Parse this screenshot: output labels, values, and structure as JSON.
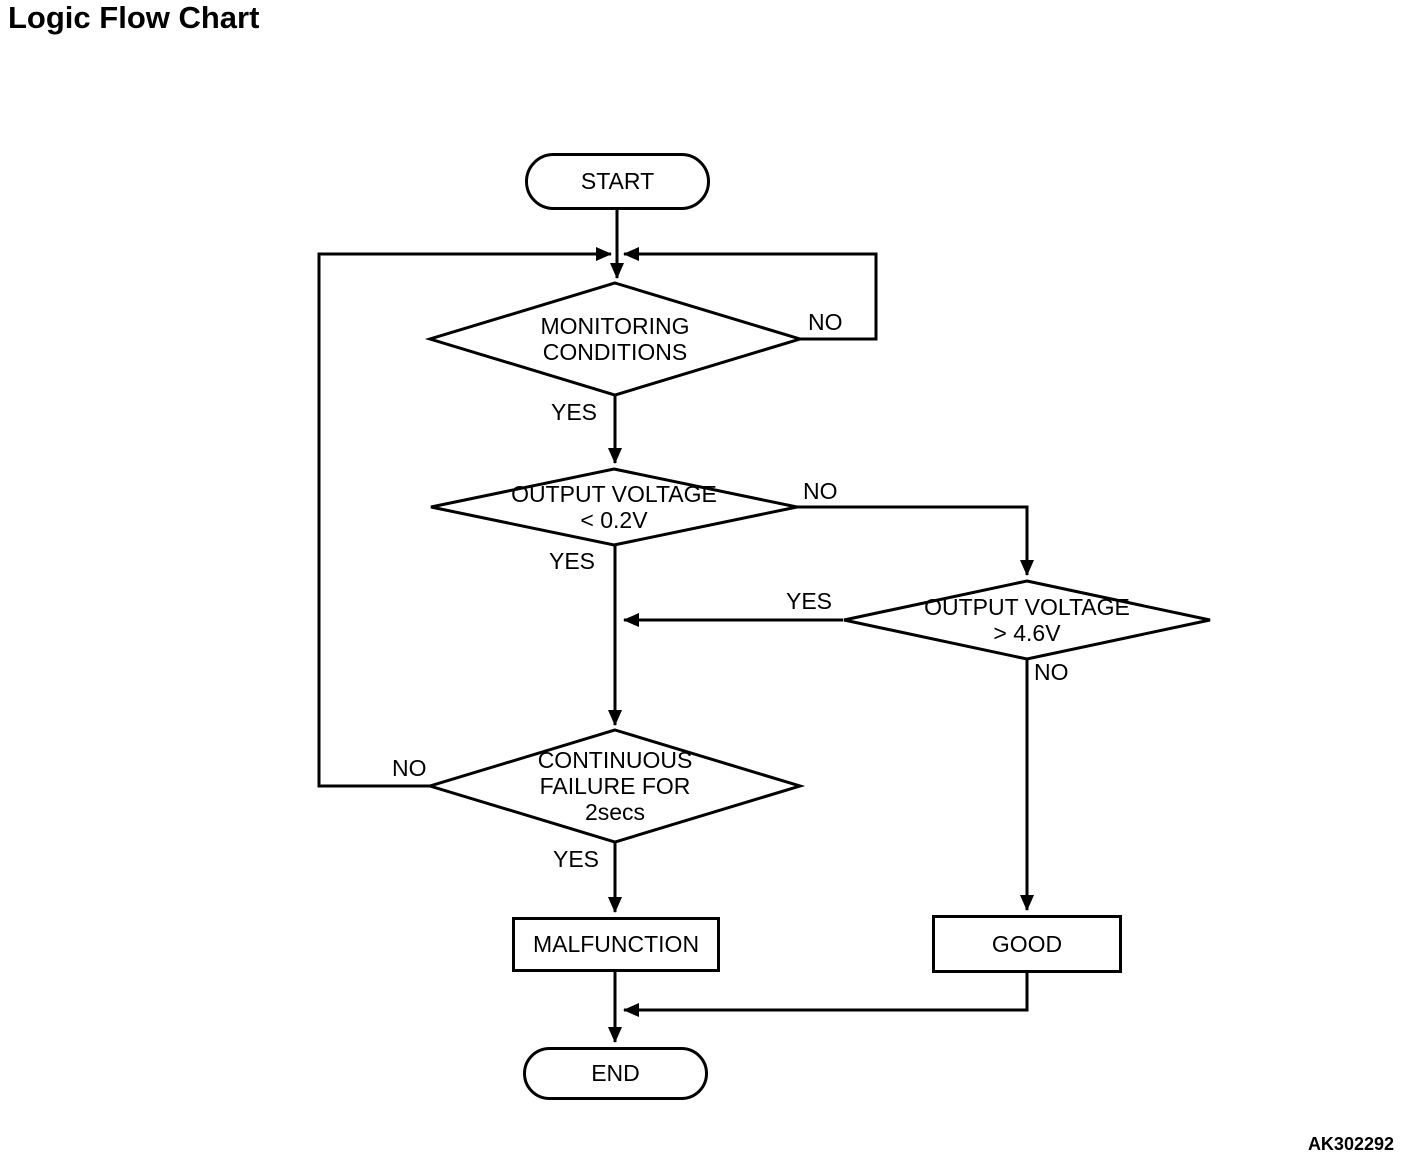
{
  "header": {
    "title": "Logic Flow Chart"
  },
  "footer": {
    "code": "AK302292"
  },
  "colors": {
    "line": "#000000",
    "background": "#ffffff",
    "text": "#000000"
  },
  "nodes": {
    "start": {
      "label": "START",
      "type": "terminator"
    },
    "monitoring": {
      "line1": "MONITORING",
      "line2": "CONDITIONS",
      "type": "decision"
    },
    "output_low": {
      "line1": "OUTPUT VOLTAGE",
      "line2": "< 0.2V",
      "type": "decision"
    },
    "output_high": {
      "line1": "OUTPUT VOLTAGE",
      "line2": "> 4.6V",
      "type": "decision"
    },
    "continuous": {
      "line1": "CONTINUOUS",
      "line2": "FAILURE FOR",
      "line3": "2secs",
      "type": "decision"
    },
    "malfunction": {
      "label": "MALFUNCTION",
      "type": "process"
    },
    "good": {
      "label": "GOOD",
      "type": "process"
    },
    "end": {
      "label": "END",
      "type": "terminator"
    }
  },
  "edge_labels": {
    "monitoring_no": "NO",
    "monitoring_yes": "YES",
    "output_low_no": "NO",
    "output_low_yes": "YES",
    "output_high_yes": "YES",
    "output_high_no": "NO",
    "continuous_no": "NO",
    "continuous_yes": "YES"
  },
  "edges": [
    {
      "from": "start",
      "to": "monitoring",
      "label": ""
    },
    {
      "from": "monitoring",
      "to": "output_low",
      "label": "YES"
    },
    {
      "from": "monitoring",
      "to": "monitoring",
      "label": "NO",
      "note": "loops back to entry junction via right side"
    },
    {
      "from": "output_low",
      "to": "continuous",
      "label": "YES"
    },
    {
      "from": "output_low",
      "to": "output_high",
      "label": "NO"
    },
    {
      "from": "output_high",
      "to": "continuous",
      "label": "YES",
      "note": "joins the YES path of output_low"
    },
    {
      "from": "output_high",
      "to": "good",
      "label": "NO"
    },
    {
      "from": "continuous",
      "to": "malfunction",
      "label": "YES"
    },
    {
      "from": "continuous",
      "to": "monitoring",
      "label": "NO",
      "note": "loops back to entry junction via left side"
    },
    {
      "from": "malfunction",
      "to": "end",
      "label": ""
    },
    {
      "from": "good",
      "to": "end",
      "label": ""
    }
  ]
}
